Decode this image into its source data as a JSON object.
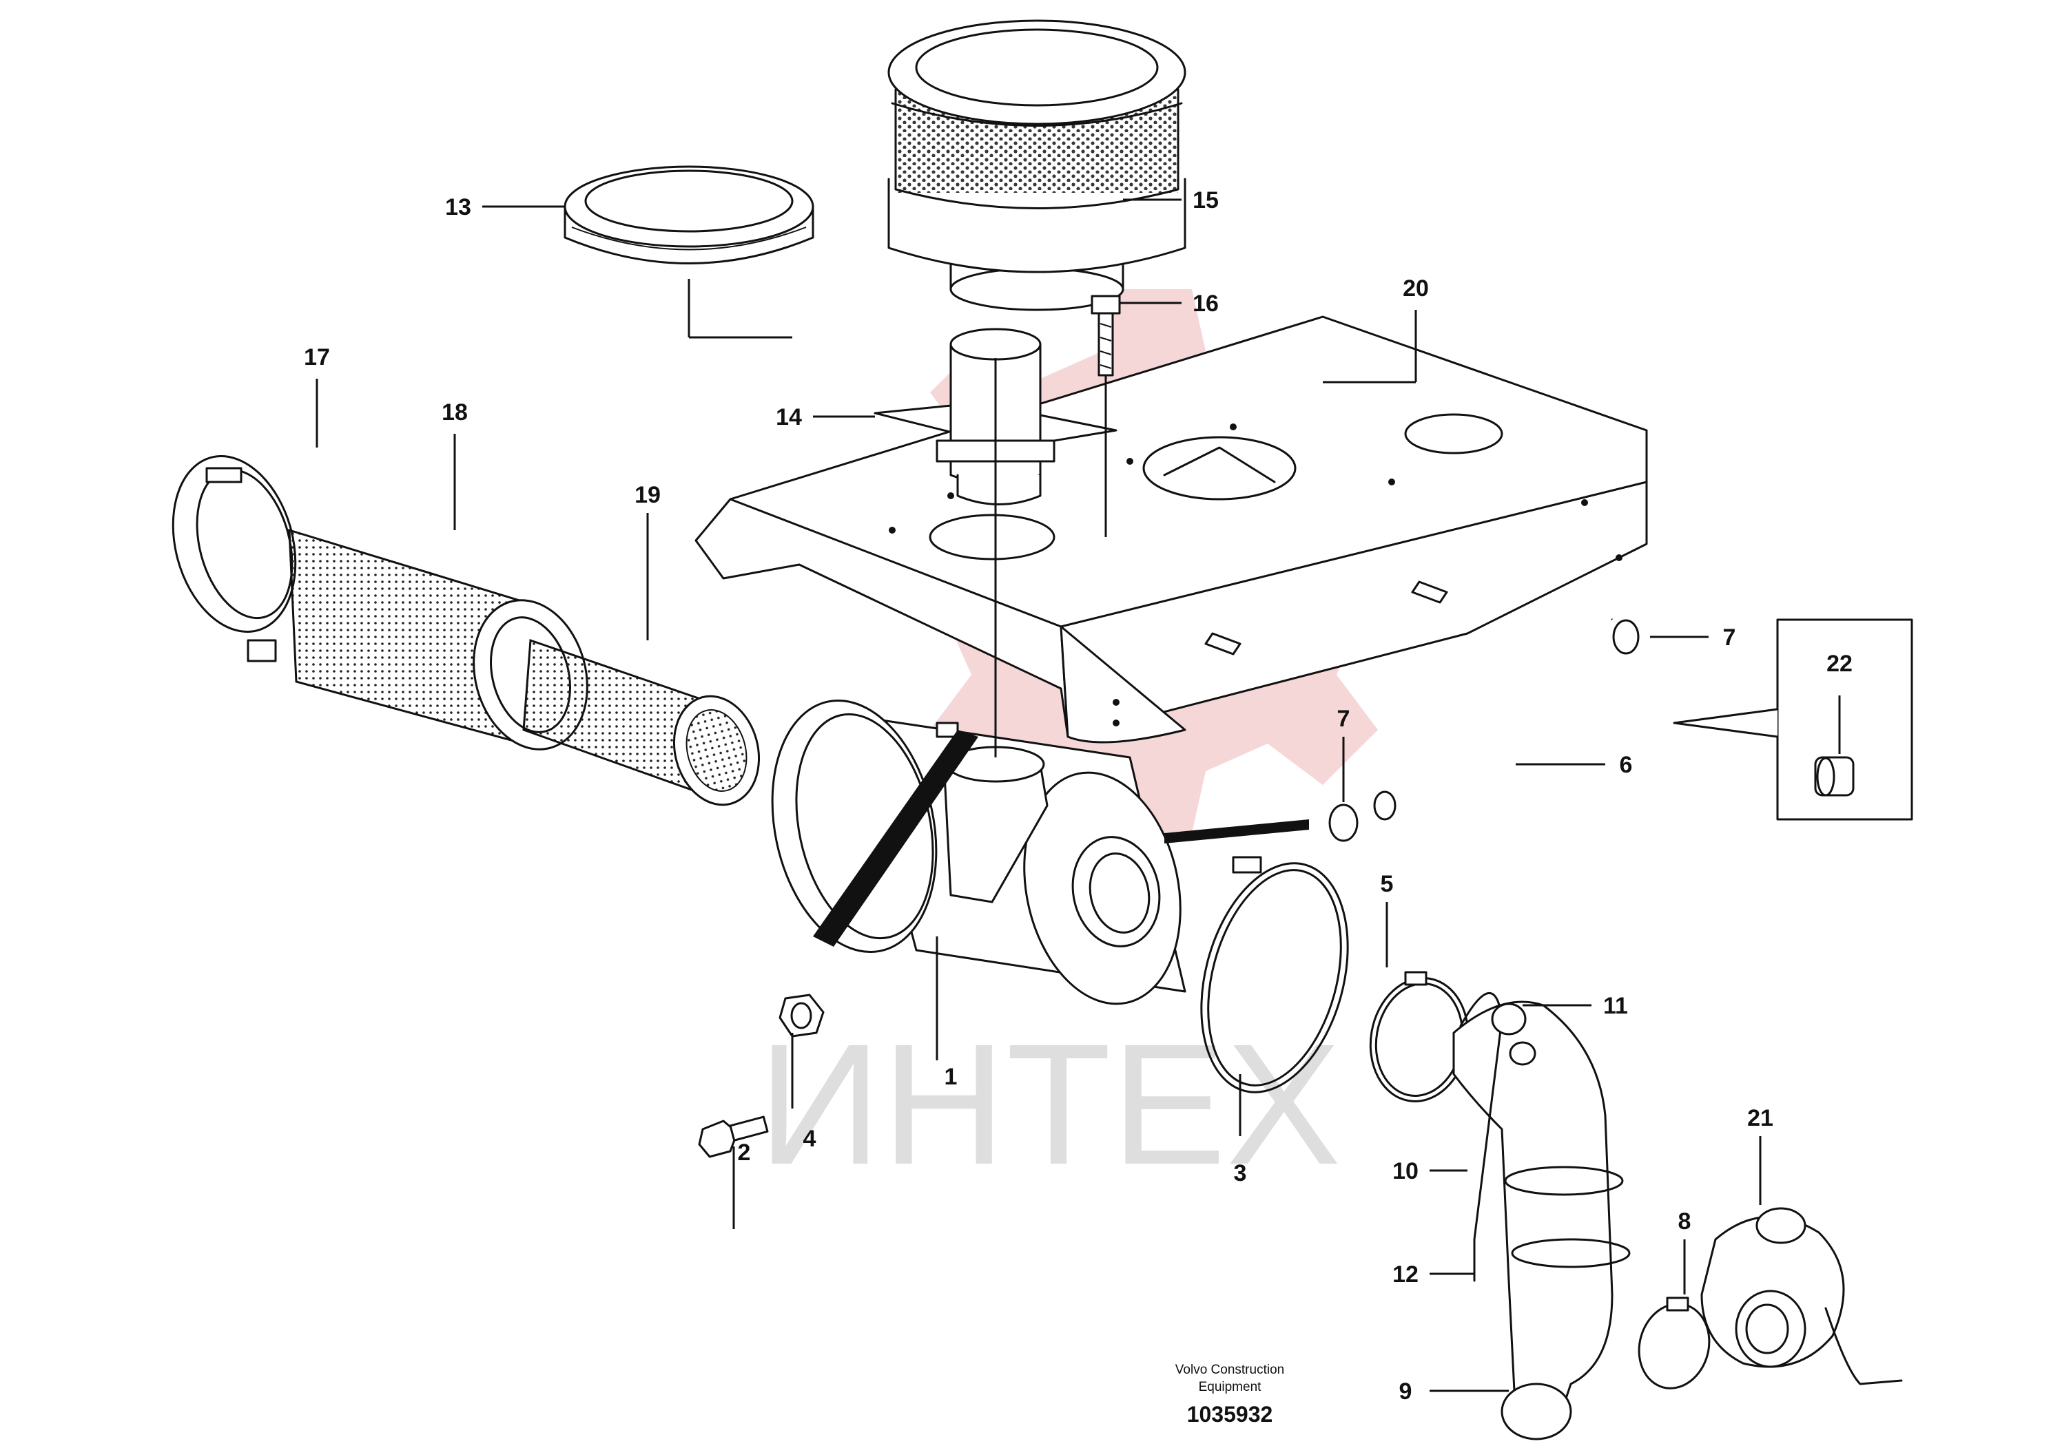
{
  "callouts": {
    "c1": "1",
    "c2": "2",
    "c3": "3",
    "c4": "4",
    "c5": "5",
    "c6": "6",
    "c7a": "7",
    "c7b": "7",
    "c8": "8",
    "c9": "9",
    "c10": "10",
    "c11": "11",
    "c12": "12",
    "c13": "13",
    "c14": "14",
    "c15": "15",
    "c16": "16",
    "c17": "17",
    "c18": "18",
    "c19": "19",
    "c20": "20",
    "c21": "21",
    "c22": "22"
  },
  "credit": {
    "line1": "Volvo Construction",
    "line2": "Equipment",
    "document_number": "1035932"
  },
  "watermark": {
    "text": "ИНТЕХ",
    "color": "#f2c9cb"
  },
  "colors": {
    "line": "#111111",
    "background": "#ffffff"
  }
}
